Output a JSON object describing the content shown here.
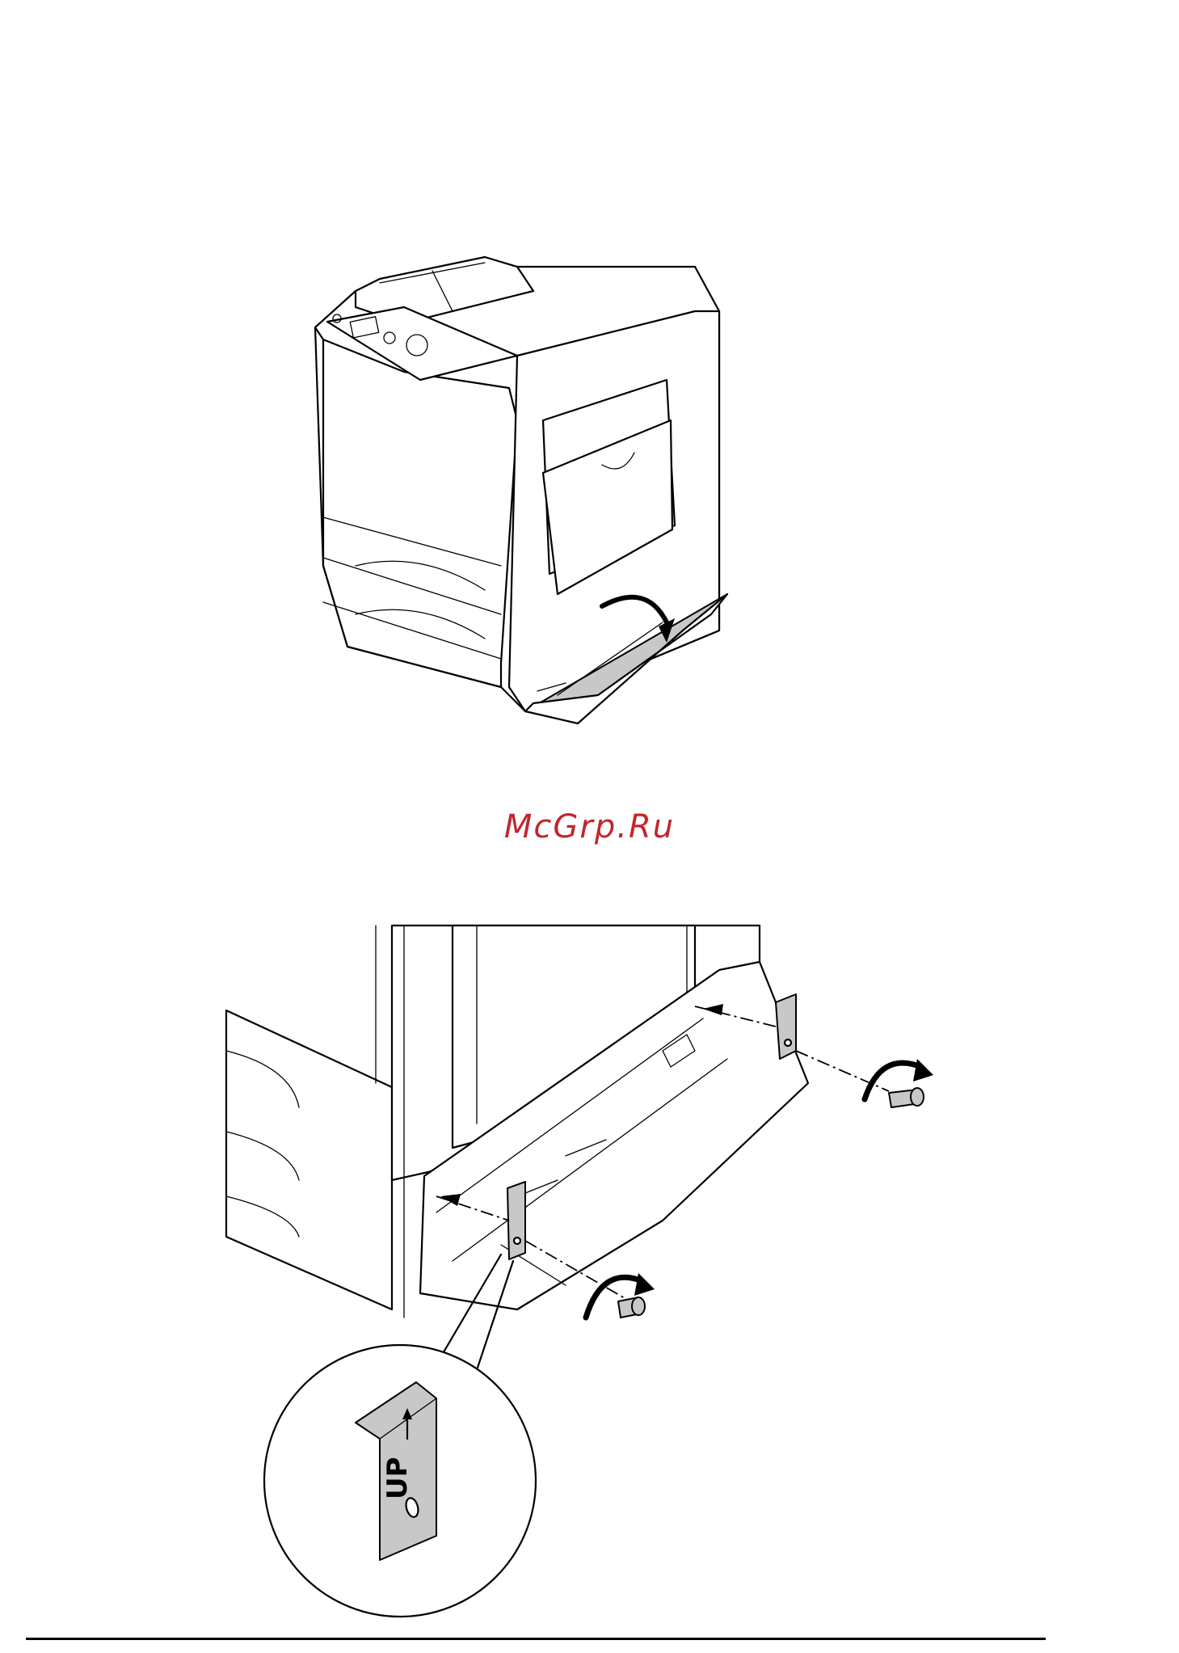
{
  "watermark": {
    "text": "McGrp.Ru",
    "color": "#c0272d"
  },
  "figures": [
    {
      "name": "printer-open-lower-cover",
      "icons": [
        "printer-illustration",
        "curved-arrow-icon"
      ]
    },
    {
      "name": "attach-brackets-with-screws",
      "icons": [
        "bracket-illustration",
        "screw-icon",
        "rotate-arrow-icon"
      ]
    }
  ],
  "callout": {
    "label": "UP"
  }
}
